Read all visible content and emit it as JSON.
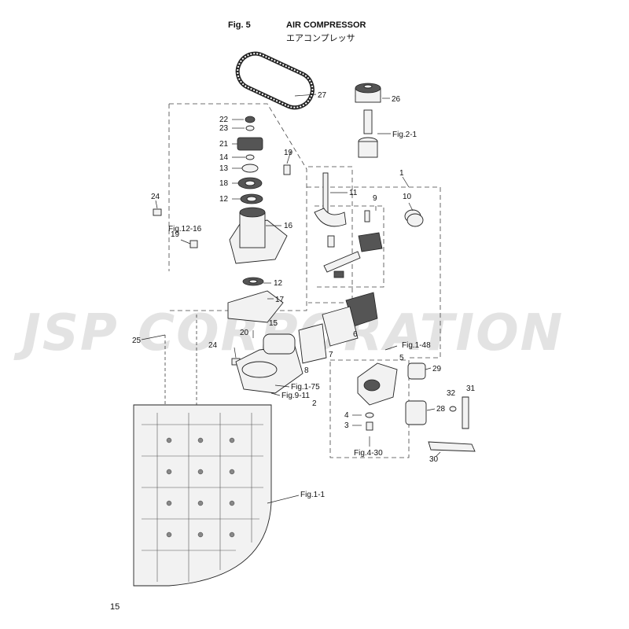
{
  "header": {
    "fig_label": "Fig. 5",
    "title": "AIR COMPRESSOR",
    "title_jp": "エアコンプレッサ"
  },
  "watermark": "JSP CORPORATION",
  "page_number": "15",
  "callouts": {
    "n1": "1",
    "n2": "2",
    "n3": "3",
    "n4": "4",
    "n5": "5",
    "n6": "6",
    "n7": "7",
    "n8": "8",
    "n9": "9",
    "n10": "10",
    "n11": "11",
    "n12a": "12",
    "n12b": "12",
    "n13": "13",
    "n14": "14",
    "n15": "15",
    "n16": "16",
    "n17": "17",
    "n18": "18",
    "n19a": "19",
    "n19b": "19",
    "n20": "20",
    "n21": "21",
    "n22": "22",
    "n23": "23",
    "n24a": "24",
    "n24b": "24",
    "n25": "25",
    "n26": "26",
    "n27": "27",
    "n28": "28",
    "n29": "29",
    "n30": "30",
    "n31": "31",
    "n32": "32"
  },
  "refs": {
    "fig2_1": "Fig.2-1",
    "fig12_16": "Fig.12-16",
    "fig1_48": "Fig.1-48",
    "fig1_75": "Fig.1-75",
    "fig9_11": "Fig.9-11",
    "fig4_30": "Fig.4-30",
    "fig1_1": "Fig.1-1"
  }
}
